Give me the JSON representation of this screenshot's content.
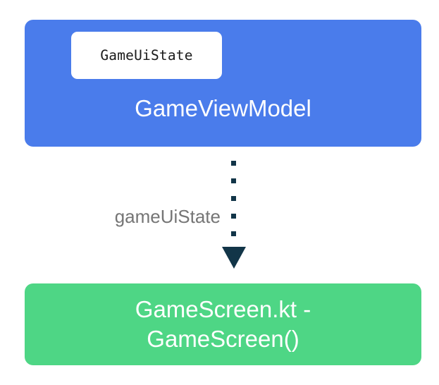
{
  "diagram": {
    "background_color": "#ffffff",
    "nodes": {
      "viewmodel": {
        "title": "GameViewModel",
        "chip_label": "GameUiState",
        "fill_color": "#4a7ceb",
        "title_color": "#ffffff",
        "chip_fill_color": "#ffffff",
        "chip_text_color": "#1a1a1a"
      },
      "screen": {
        "title_line_1": "GameScreen.kt -",
        "title_line_2": "GameScreen()",
        "fill_color": "#4ed685",
        "title_color": "#ffffff"
      }
    },
    "connector": {
      "label": "gameUiState",
      "label_color": "#757575",
      "line_color": "#123548",
      "line_style": "dotted",
      "arrow_direction": "down",
      "dot_count": 5
    }
  }
}
